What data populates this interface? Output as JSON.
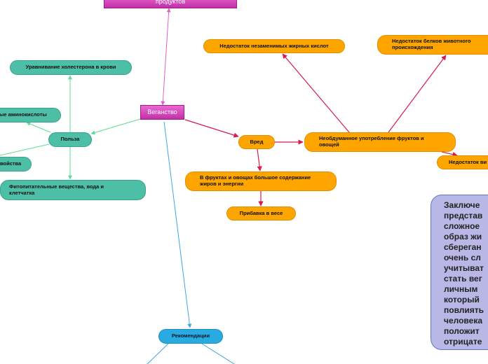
{
  "colors": {
    "teal": "#4dbfa6",
    "orange": "#ffa500",
    "blue": "#29abe2",
    "pink": "#d945bf",
    "conclusion": "#b9b7e6",
    "edge_pink": "#e060c8",
    "edge_green": "#5fdc94",
    "edge_red": "#d81b4a",
    "edge_blue": "#3aa8e0"
  },
  "nodes": {
    "top_partial": "продуктов",
    "center": "Веганство",
    "benefit": "Польза",
    "benefit_cholesterol": "Уравнивание холестерона в крови",
    "benefit_amino": "ые аминокислоты",
    "benefit_properties": "войства",
    "benefit_phyto": "Фитопитательные вещества, вода и клетчатка",
    "harm": "Вред",
    "harm_unthinking": "Необдуманное употребление фруктов и овощей",
    "harm_fatty_acids": "Недостаток незаменимых жирных кислот",
    "harm_animal_protein": "Недостаток белков животного происхождения",
    "harm_vitamins_partial": "Недостаток ви",
    "harm_fat_energy": "В фруктах и овощах большое содержание жиров и энергии",
    "harm_weight": "Прибавка в весе",
    "recommendations": "Рекомендации"
  },
  "conclusion_lines": [
    "Заключе",
    "представ",
    "сложное",
    "образ жи",
    "сбереган",
    "очень сл",
    "учитыват",
    "стать вег",
    "личным",
    "который",
    "повлиять",
    "человека",
    "положит",
    "отрицате"
  ]
}
